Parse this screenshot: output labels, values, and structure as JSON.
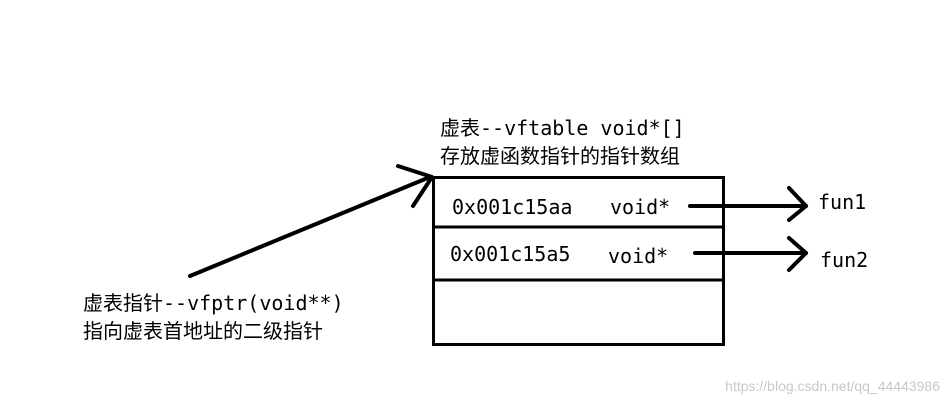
{
  "vftable_title": {
    "line1": "虚表--vftable void*[]",
    "line2": "存放虚函数指针的指针数组"
  },
  "vfptr_label": {
    "line1": "虚表指针--vfptr(void**)",
    "line2": "指向虚表首地址的二级指针"
  },
  "table_rows": [
    {
      "address": "0x001c15aa",
      "type": "void*",
      "target": "fun1"
    },
    {
      "address": "0x001c15a5",
      "type": "void*",
      "target": "fun2"
    },
    {
      "address": "",
      "type": "",
      "target": ""
    }
  ],
  "watermark": "https://blog.csdn.net/qq_44443986",
  "colors": {
    "ink": "#000000",
    "watermark": "#c8c8c8",
    "background": "#ffffff"
  }
}
